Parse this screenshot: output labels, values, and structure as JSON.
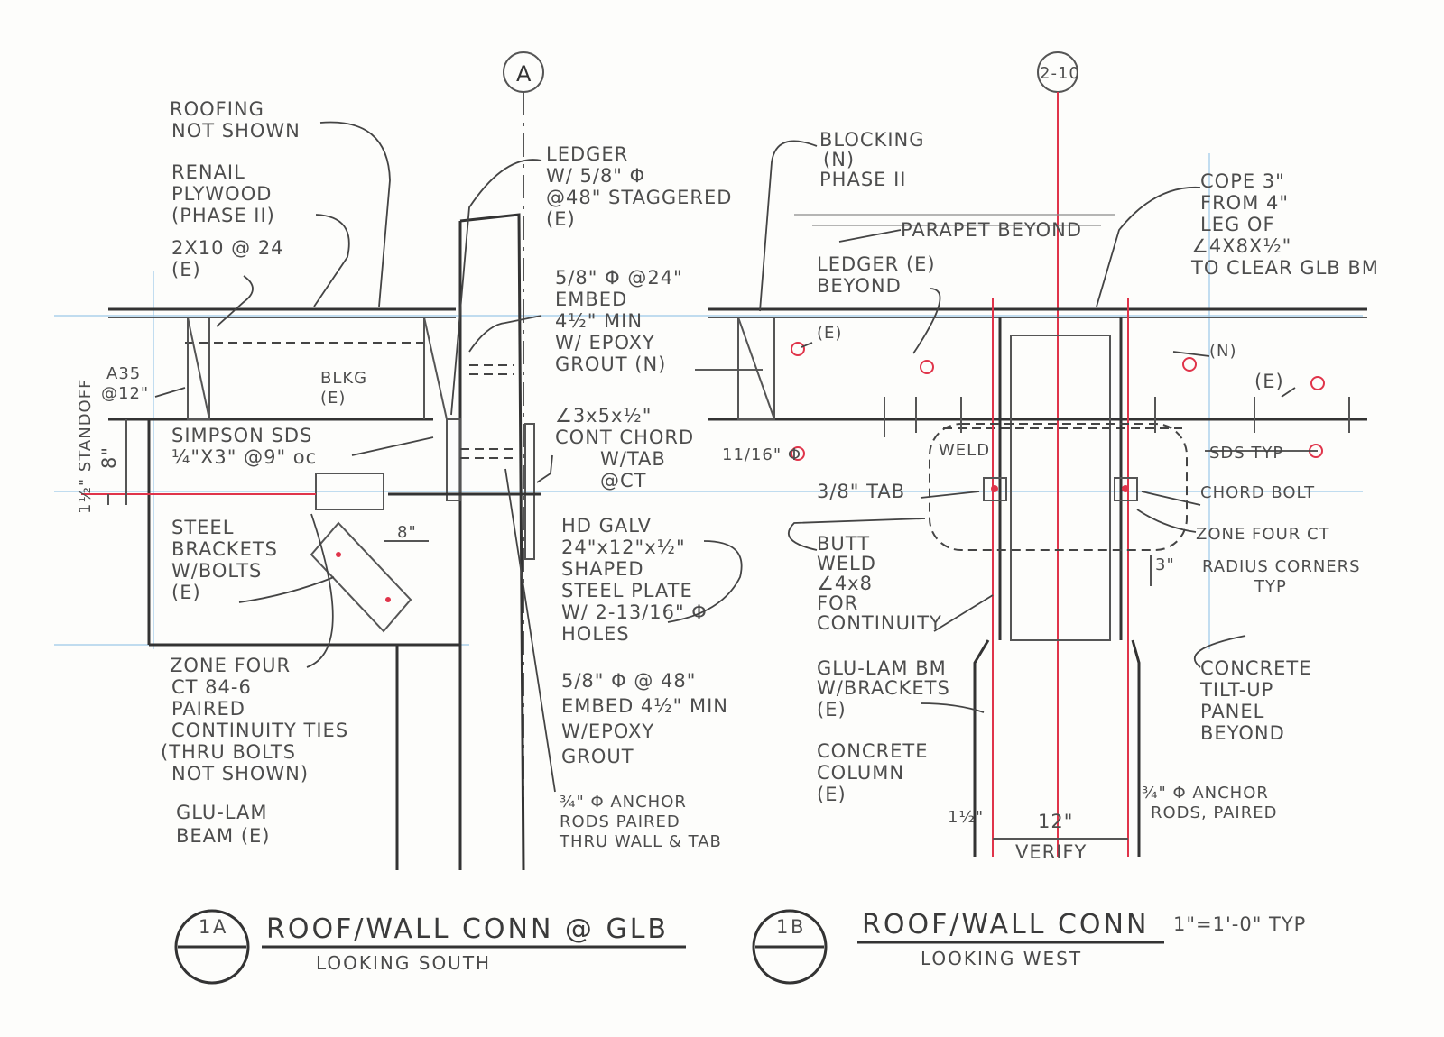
{
  "gridlines": {
    "a": "A",
    "b": "2-10"
  },
  "detail_1a": {
    "mark": "1",
    "letter": "A",
    "title": "ROOF/WALL CONN @ GLB",
    "subtitle": "LOOKING SOUTH",
    "notes": {
      "roofing": [
        "ROOFING",
        "NOT SHOWN"
      ],
      "renail": [
        "RENAIL",
        "PLYWOOD",
        "(PHASE II)"
      ],
      "joist": [
        "2X10 @ 24",
        "(E)"
      ],
      "a35": [
        "A35",
        "@12\""
      ],
      "blkg": [
        "BLKG",
        "(E)"
      ],
      "standoff": "1½\" STANDOFF",
      "dim_8": "8\"",
      "dim_8b": "8\"",
      "simpson": [
        "SIMPSON SDS",
        "¼\"X3\" @9\" oc"
      ],
      "brackets": [
        "STEEL",
        "BRACKETS",
        "W/BOLTS",
        "(E)"
      ],
      "zone_four": [
        "ZONE FOUR",
        "CT 84-6",
        "PAIRED",
        "CONTINUITY TIES",
        "(THRU BOLTS",
        "NOT SHOWN)"
      ],
      "glulam": [
        "GLU-LAM",
        "BEAM (E)"
      ],
      "ledger": [
        "LEDGER",
        "W/ 5/8\" Φ",
        "@48\" STAGGERED",
        "(E)"
      ],
      "embed24": [
        "5/8\" Φ @24\"",
        "EMBED",
        "4½\" MIN",
        "W/ EPOXY",
        "GROUT (N)"
      ],
      "chord": [
        "∠3x5x½\"",
        "CONT CHORD",
        "W/TAB",
        "@CT"
      ],
      "plate": [
        "HD GALV",
        "24\"x12\"x½\"",
        "SHAPED",
        "STEEL PLATE",
        "W/ 2-13/16\" Φ",
        "HOLES"
      ],
      "embed48": [
        "5/8\" Φ @ 48\"",
        "EMBED 4½\" MIN",
        "W/EPOXY",
        "GROUT"
      ],
      "anchor": [
        "¾\" Φ ANCHOR",
        "RODS PAIRED",
        "THRU WALL & TAB"
      ]
    }
  },
  "detail_1b": {
    "mark": "1",
    "letter": "B",
    "title": "ROOF/WALL CONN",
    "scale": "1\"=1'-0\" TYP",
    "subtitle": "LOOKING WEST",
    "notes": {
      "blocking": [
        "BLOCKING",
        "(N)",
        "PHASE II"
      ],
      "parapet": "PARAPET BEYOND",
      "ledger": [
        "LEDGER (E)",
        "BEYOND"
      ],
      "e1": "(E)",
      "e2": "(E)",
      "n": "(N)",
      "hole": "11/16\" Φ",
      "weld": "WELD",
      "tab": "3/8\" TAB",
      "butt": [
        "BUTT",
        "WELD",
        "∠4x8",
        "FOR",
        "CONTINUITY"
      ],
      "glb": [
        "GLU-LAM BM",
        "W/BRACKETS",
        "(E)"
      ],
      "col": [
        "CONCRETE",
        "COLUMN",
        "(E)"
      ],
      "dim_1_5": "1½\"",
      "dim_12": "12\"",
      "verify": "VERIFY",
      "cope": [
        "COPE 3\"",
        "FROM 4\"",
        "LEG OF",
        "∠4X8X½\"",
        "TO CLEAR GLB BM"
      ],
      "sds": "SDS TYP",
      "chord_bolt": "CHORD BOLT",
      "zone_ct": "ZONE FOUR CT",
      "dim_3": "3\"",
      "radius": [
        "RADIUS CORNERS",
        "TYP"
      ],
      "tilt": [
        "CONCRETE",
        "TILT-UP",
        "PANEL",
        "BEYOND"
      ],
      "anchor": [
        "¾\" Φ ANCHOR",
        "RODS, PAIRED"
      ]
    }
  }
}
